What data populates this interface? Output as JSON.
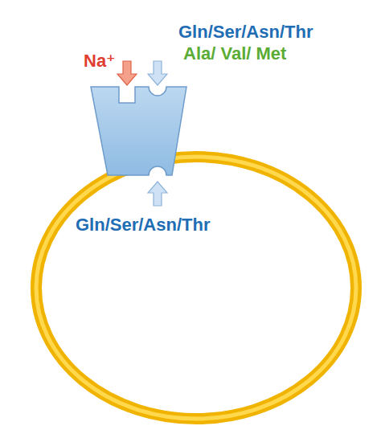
{
  "diagram": {
    "nodes": [
      {
        "text": [
          "Gln/Ser/Asn/Thr"
        ]
      }
    ],
    "labels": [
      "Na⁺",
      "Gln/Ser/Asn/Thr",
      "Ala/ Val/ Met"
    ]
  }
}
